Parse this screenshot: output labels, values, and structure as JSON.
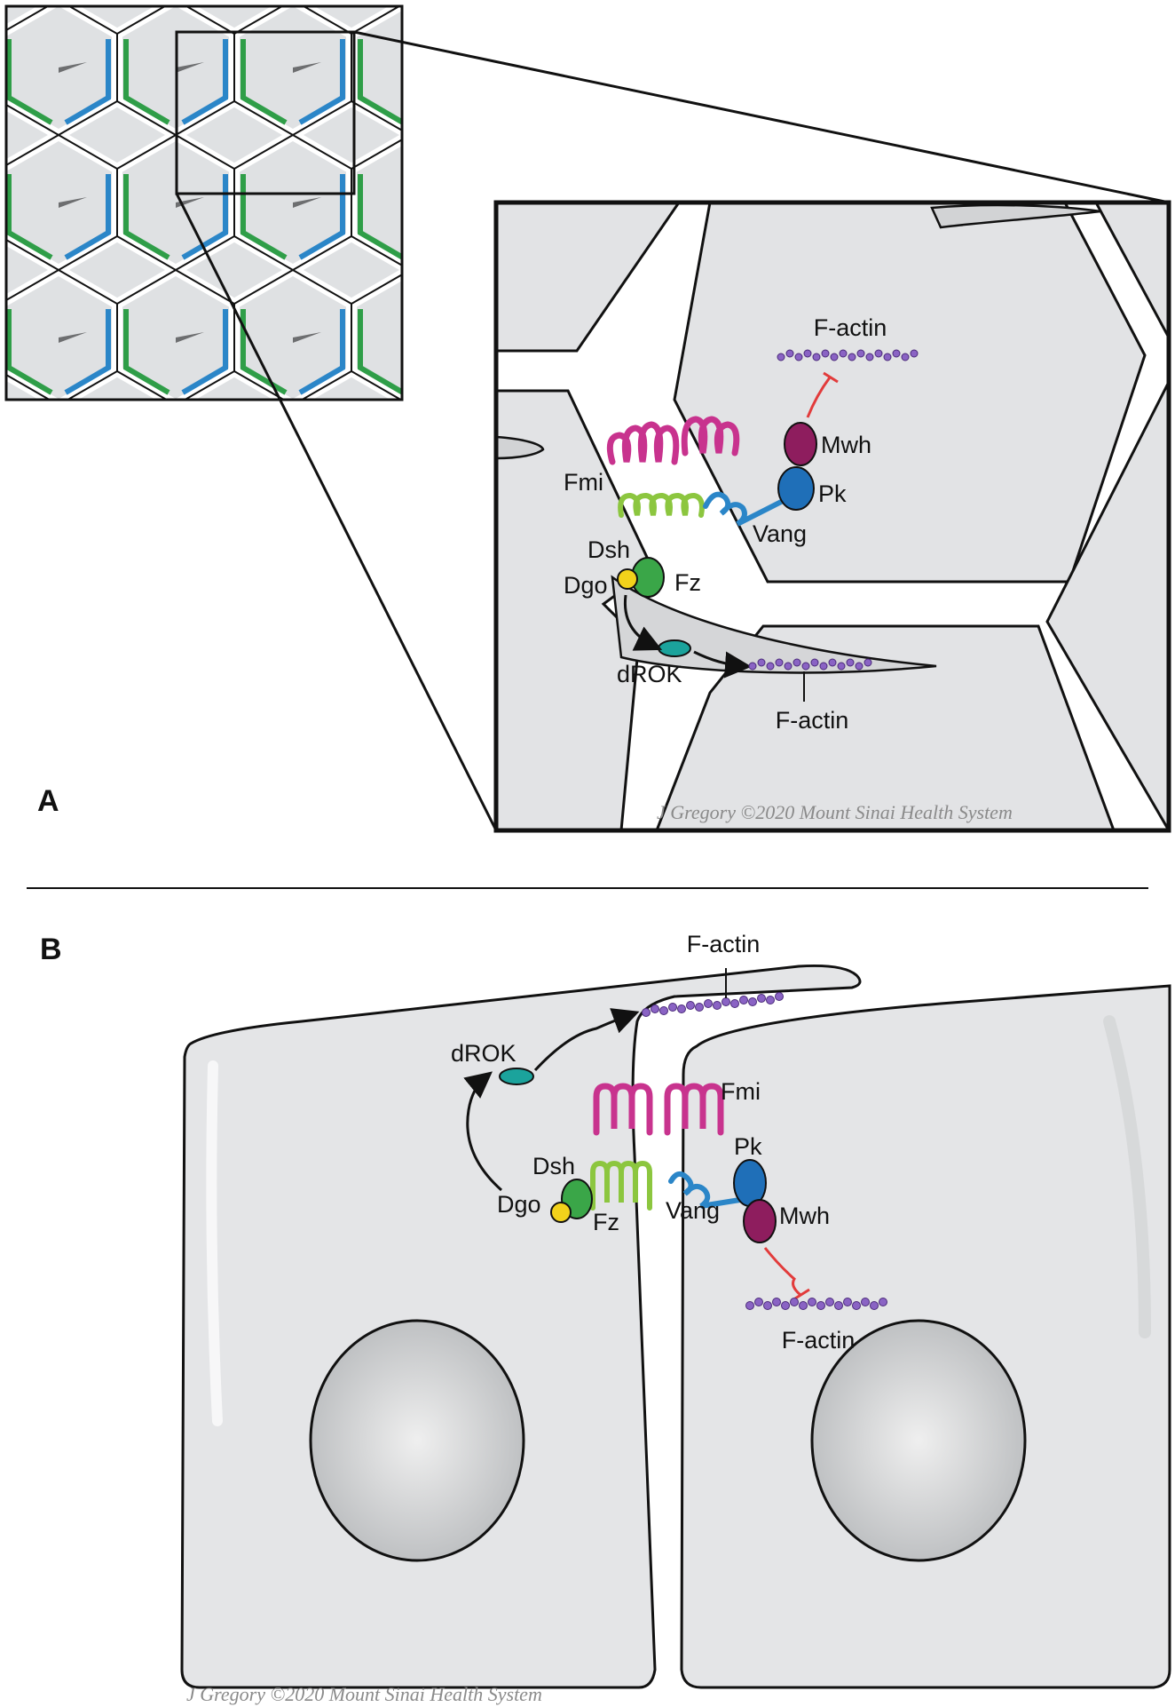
{
  "panel_a": {
    "letter": "A",
    "labels": {
      "factin_top": "F-actin",
      "mwh": "Mwh",
      "pk": "Pk",
      "fmi": "Fmi",
      "vang": "Vang",
      "dsh": "Dsh",
      "dgo": "Dgo",
      "fz": "Fz",
      "drok": "dROK",
      "factin_bottom": "F-actin"
    },
    "credit": "J Gregory ©2020 Mount Sinai Health System"
  },
  "panel_b": {
    "letter": "B",
    "labels": {
      "factin_top": "F-actin",
      "drok": "dROK",
      "fmi": "Fmi",
      "pk": "Pk",
      "dsh": "Dsh",
      "dgo": "Dgo",
      "fz": "Fz",
      "vang": "Vang",
      "mwh": "Mwh",
      "factin_bottom": "F-actin"
    },
    "credit": "J Gregory ©2020 Mount Sinai Health System"
  },
  "colors": {
    "fmi": "#c8338e",
    "fz": "#8cc63f",
    "vang": "#2b86c8",
    "dsh": "#3aa648",
    "dgo": "#f2d21b",
    "drok": "#1ba39c",
    "pk": "#1f6fb8",
    "mwh": "#8e1d5e",
    "factin": "#7a4fb0",
    "inhibition": "#e23b3b",
    "cell": "#e4e5e7",
    "outline": "#111111"
  }
}
